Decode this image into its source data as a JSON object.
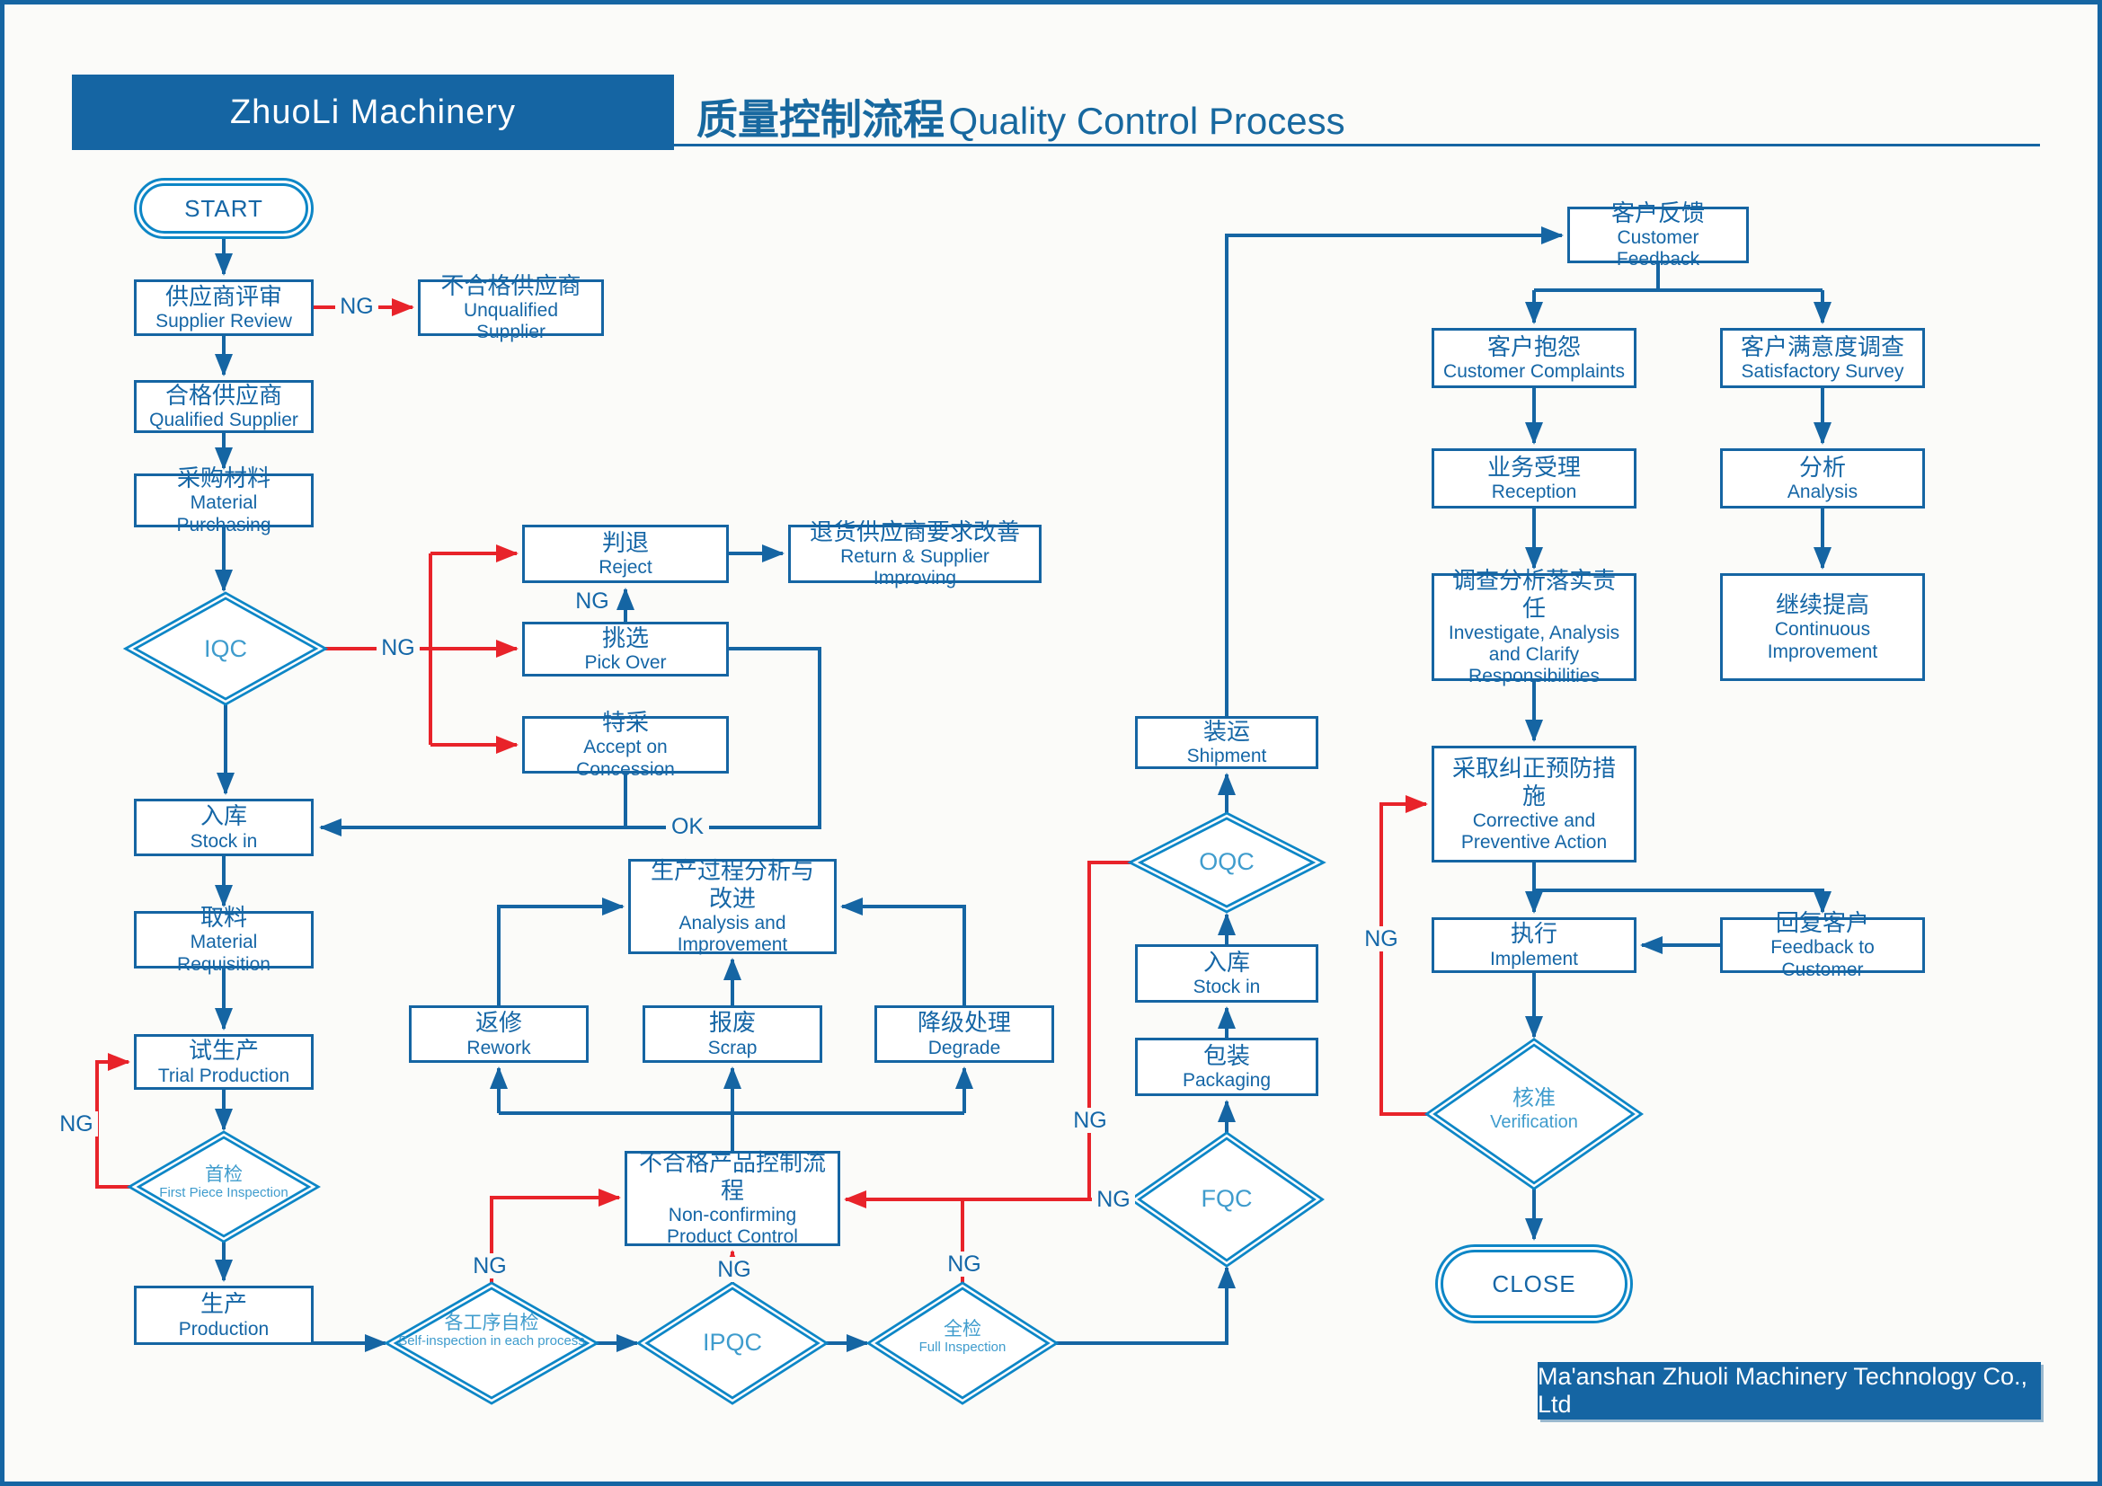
{
  "header": {
    "brand": "ZhuoLi Machinery",
    "title_zh": "质量控制流程",
    "title_en": "Quality Control Process"
  },
  "footer": {
    "company": "Ma'anshan Zhuoli Machinery Technology Co., Ltd"
  },
  "colors": {
    "primary_blue": "#1565a3",
    "diamond_blue": "#0d86c6",
    "ng_red": "#e8232a",
    "diamond_text": "#3f9ccd"
  },
  "labels": [
    "NG",
    "NG",
    "NG",
    "OK",
    "NG",
    "NG",
    "NG",
    "NG",
    "NG",
    "NG",
    "NG"
  ],
  "nodes": {
    "start": {
      "label": "START"
    },
    "supplier_review": {
      "zh": "供应商评审",
      "en": "Supplier Review"
    },
    "unqualified_supplier": {
      "zh": "不合格供应商",
      "en": "Unqualified Supplier"
    },
    "qualified_supplier": {
      "zh": "合格供应商",
      "en": "Qualified Supplier"
    },
    "material_purchasing": {
      "zh": "采购材料",
      "en": "Material Purchasing"
    },
    "iqc": {
      "label": "IQC"
    },
    "reject": {
      "zh": "判退",
      "en": "Reject"
    },
    "return_supplier_improving": {
      "zh": "退货供应商要求改善",
      "en": "Return & Supplier Improving"
    },
    "pick_over": {
      "zh": "挑选",
      "en": "Pick Over"
    },
    "accept_on_concession": {
      "zh": "特采",
      "en": "Accept on Concession"
    },
    "stock_in_left": {
      "zh": "入库",
      "en": "Stock in"
    },
    "material_requisition": {
      "zh": "取料",
      "en": "Material Requisition"
    },
    "trial_production": {
      "zh": "试生产",
      "en": "Trial Production"
    },
    "first_piece_inspection": {
      "zh": "首检",
      "en": "First Piece Inspection"
    },
    "production": {
      "zh": "生产",
      "en": "Production"
    },
    "self_inspection": {
      "zh": "各工序自检",
      "en": "Self-inspection in each process"
    },
    "ipqc": {
      "label": "IPQC"
    },
    "full_inspection": {
      "zh": "全检",
      "en": "Full Inspection"
    },
    "analysis_improvement": {
      "zh": "生产过程分析与改进",
      "en": "Analysis and Improvement"
    },
    "rework": {
      "zh": "返修",
      "en": "Rework"
    },
    "scrap": {
      "zh": "报废",
      "en": "Scrap"
    },
    "degrade": {
      "zh": "降级处理",
      "en": "Degrade"
    },
    "non_confirming": {
      "zh": "不合格产品控制流程",
      "en": "Non-confirming Product Control"
    },
    "fqc": {
      "label": "FQC"
    },
    "packaging": {
      "zh": "包装",
      "en": "Packaging"
    },
    "stock_in_right": {
      "zh": "入库",
      "en": "Stock in"
    },
    "oqc": {
      "label": "OQC"
    },
    "shipment": {
      "zh": "装运",
      "en": "Shipment"
    },
    "customer_feedback": {
      "zh": "客户反馈",
      "en": "Customer Feedback"
    },
    "customer_complaints": {
      "zh": "客户抱怨",
      "en": "Customer Complaints"
    },
    "satisfactory_survey": {
      "zh": "客户满意度调查",
      "en": "Satisfactory Survey"
    },
    "reception": {
      "zh": "业务受理",
      "en": "Reception"
    },
    "analysis": {
      "zh": "分析",
      "en": "Analysis"
    },
    "investigate": {
      "zh": "调查分析落实责任",
      "en": "Investigate, Analysis and Clarify Responsibilities"
    },
    "continuous_improvement": {
      "zh": "继续提高",
      "en": "Continuous Improvement"
    },
    "corrective_preventive": {
      "zh": "采取纠正预防措施",
      "en": "Corrective and Preventive Action"
    },
    "implement": {
      "zh": "执行",
      "en": "Implement"
    },
    "feedback_to_customer": {
      "zh": "回复客户",
      "en": "Feedback to Customer"
    },
    "verification": {
      "zh": "核准",
      "en": "Verification"
    },
    "close": {
      "label": "CLOSE"
    }
  }
}
